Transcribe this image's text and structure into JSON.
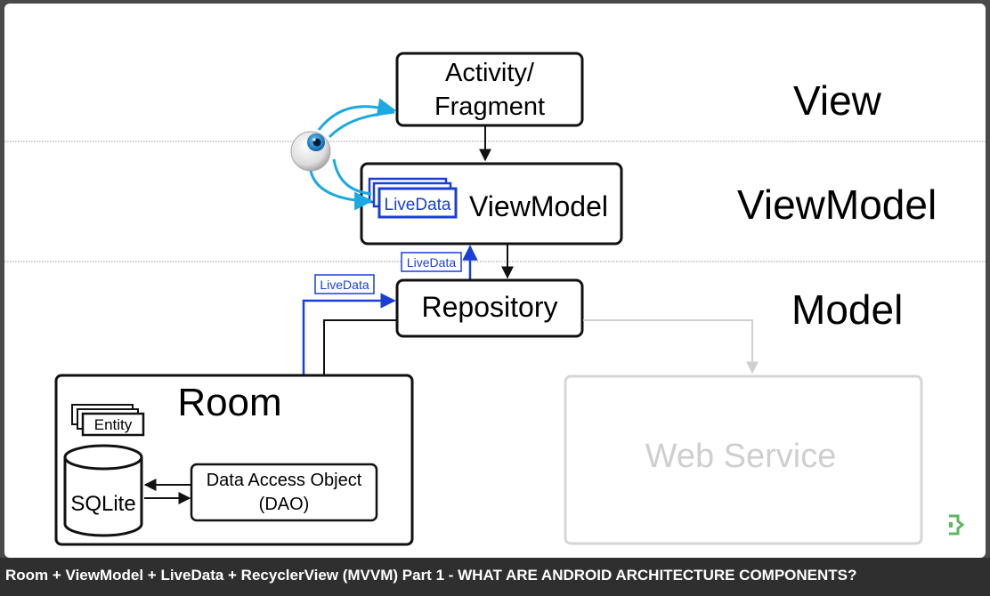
{
  "layers": {
    "view": "View",
    "viewmodel": "ViewModel",
    "model": "Model"
  },
  "boxes": {
    "activity_line1": "Activity/",
    "activity_line2": "Fragment",
    "viewmodel": "ViewModel",
    "livedata_inner": "LiveData",
    "repository": "Repository",
    "room": "Room",
    "entity": "Entity",
    "sqlite": "SQLite",
    "dao_line1": "Data Access Object",
    "dao_line2": "(DAO)",
    "web_service": "Web Service"
  },
  "tags": {
    "livedata_repo": "LiveData",
    "livedata_dao": "LiveData"
  },
  "caption": "Room + ViewModel + LiveData + RecyclerView (MVVM) Part 1 - WHAT ARE ANDROID ARCHITECTURE COMPONENTS?",
  "colors": {
    "livedata_blue": "#1a3fd6",
    "observer_cyan": "#1aa9e0",
    "inactive_gray": "#cfcfcf",
    "logo_green": "#5cb85c"
  }
}
